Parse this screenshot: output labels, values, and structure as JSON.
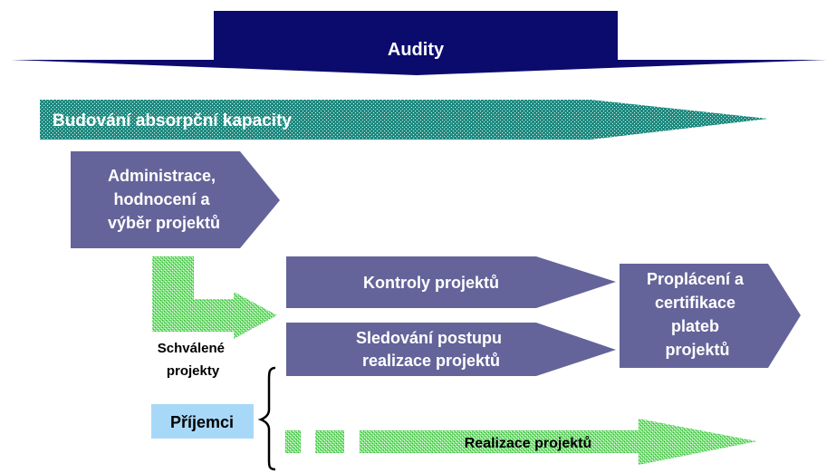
{
  "audits": {
    "label": "Audity",
    "color": "#0b0b6e"
  },
  "absorption": {
    "label": "Budování absorpční kapacity",
    "color": "#1f8a80"
  },
  "admin": {
    "lines": [
      "Administrace,",
      "hodnocení a",
      "výběr projektů"
    ],
    "color": "#64649a"
  },
  "approved": {
    "lines": [
      "Schválené",
      "projekty"
    ],
    "fill_color": "#7fe37f"
  },
  "controls": {
    "label": "Kontroly projektů",
    "color": "#64649a"
  },
  "monitoring": {
    "lines": [
      "Sledování postupu",
      "realizace projektů"
    ],
    "color": "#64649a"
  },
  "payment": {
    "lines": [
      "Proplácení a",
      "certifikace",
      "plateb",
      "projektů"
    ],
    "color": "#64649a"
  },
  "recipients": {
    "label": "Příjemci",
    "color": "#a8d8f8"
  },
  "realization": {
    "label": "Realizace projektů",
    "fill_color": "#7fe37f"
  }
}
